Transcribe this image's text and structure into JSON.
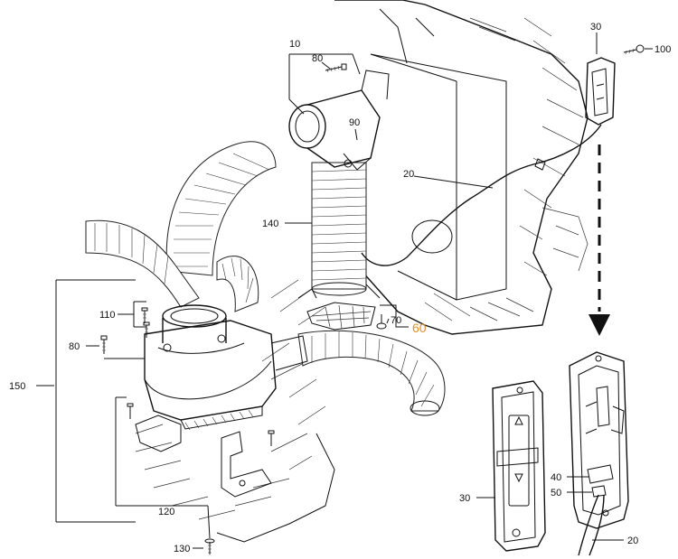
{
  "labels": {
    "l10": "10",
    "l20a": "20",
    "l20b": "20",
    "l30a": "30",
    "l30b": "30",
    "l40": "40",
    "l50": "50",
    "l60": "60",
    "l70": "70",
    "l80a": "80",
    "l80b": "80",
    "l90": "90",
    "l100": "100",
    "l110": "110",
    "l120": "120",
    "l130": "130",
    "l140": "140",
    "l150": "150"
  },
  "colors": {
    "line": "#111111",
    "accent": "#e0902a",
    "background": "#ffffff"
  }
}
